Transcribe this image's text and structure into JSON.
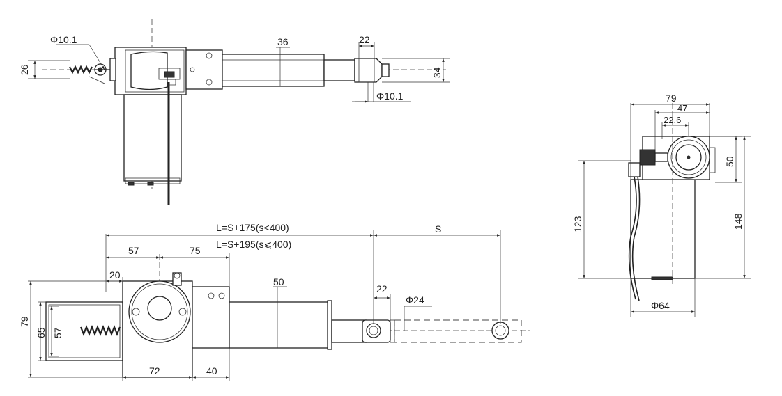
{
  "dimensions": {
    "top_view": {
      "pin_dia_left": "Φ10.1",
      "height_26": "26",
      "tube_36": "36",
      "clevis_22": "22",
      "height_34": "34",
      "pin_dia_right": "Φ10.1"
    },
    "end_view": {
      "width_79": "79",
      "width_47": "47",
      "width_22_6": "22.6",
      "height_50": "50",
      "height_123": "123",
      "height_148": "148",
      "motor_dia_64": "Φ64"
    },
    "side_view": {
      "length_formula_1": "L=S+175(s<400)",
      "length_formula_2": "L=S+195(s⩽400)",
      "stroke_s": "S",
      "len_57": "57",
      "len_75": "75",
      "len_20": "20",
      "tube_50": "50",
      "clevis_22": "22",
      "pin_dia_24": "Φ24",
      "height_79": "79",
      "height_65": "65",
      "height_57": "57",
      "len_72": "72",
      "len_40": "40"
    }
  }
}
